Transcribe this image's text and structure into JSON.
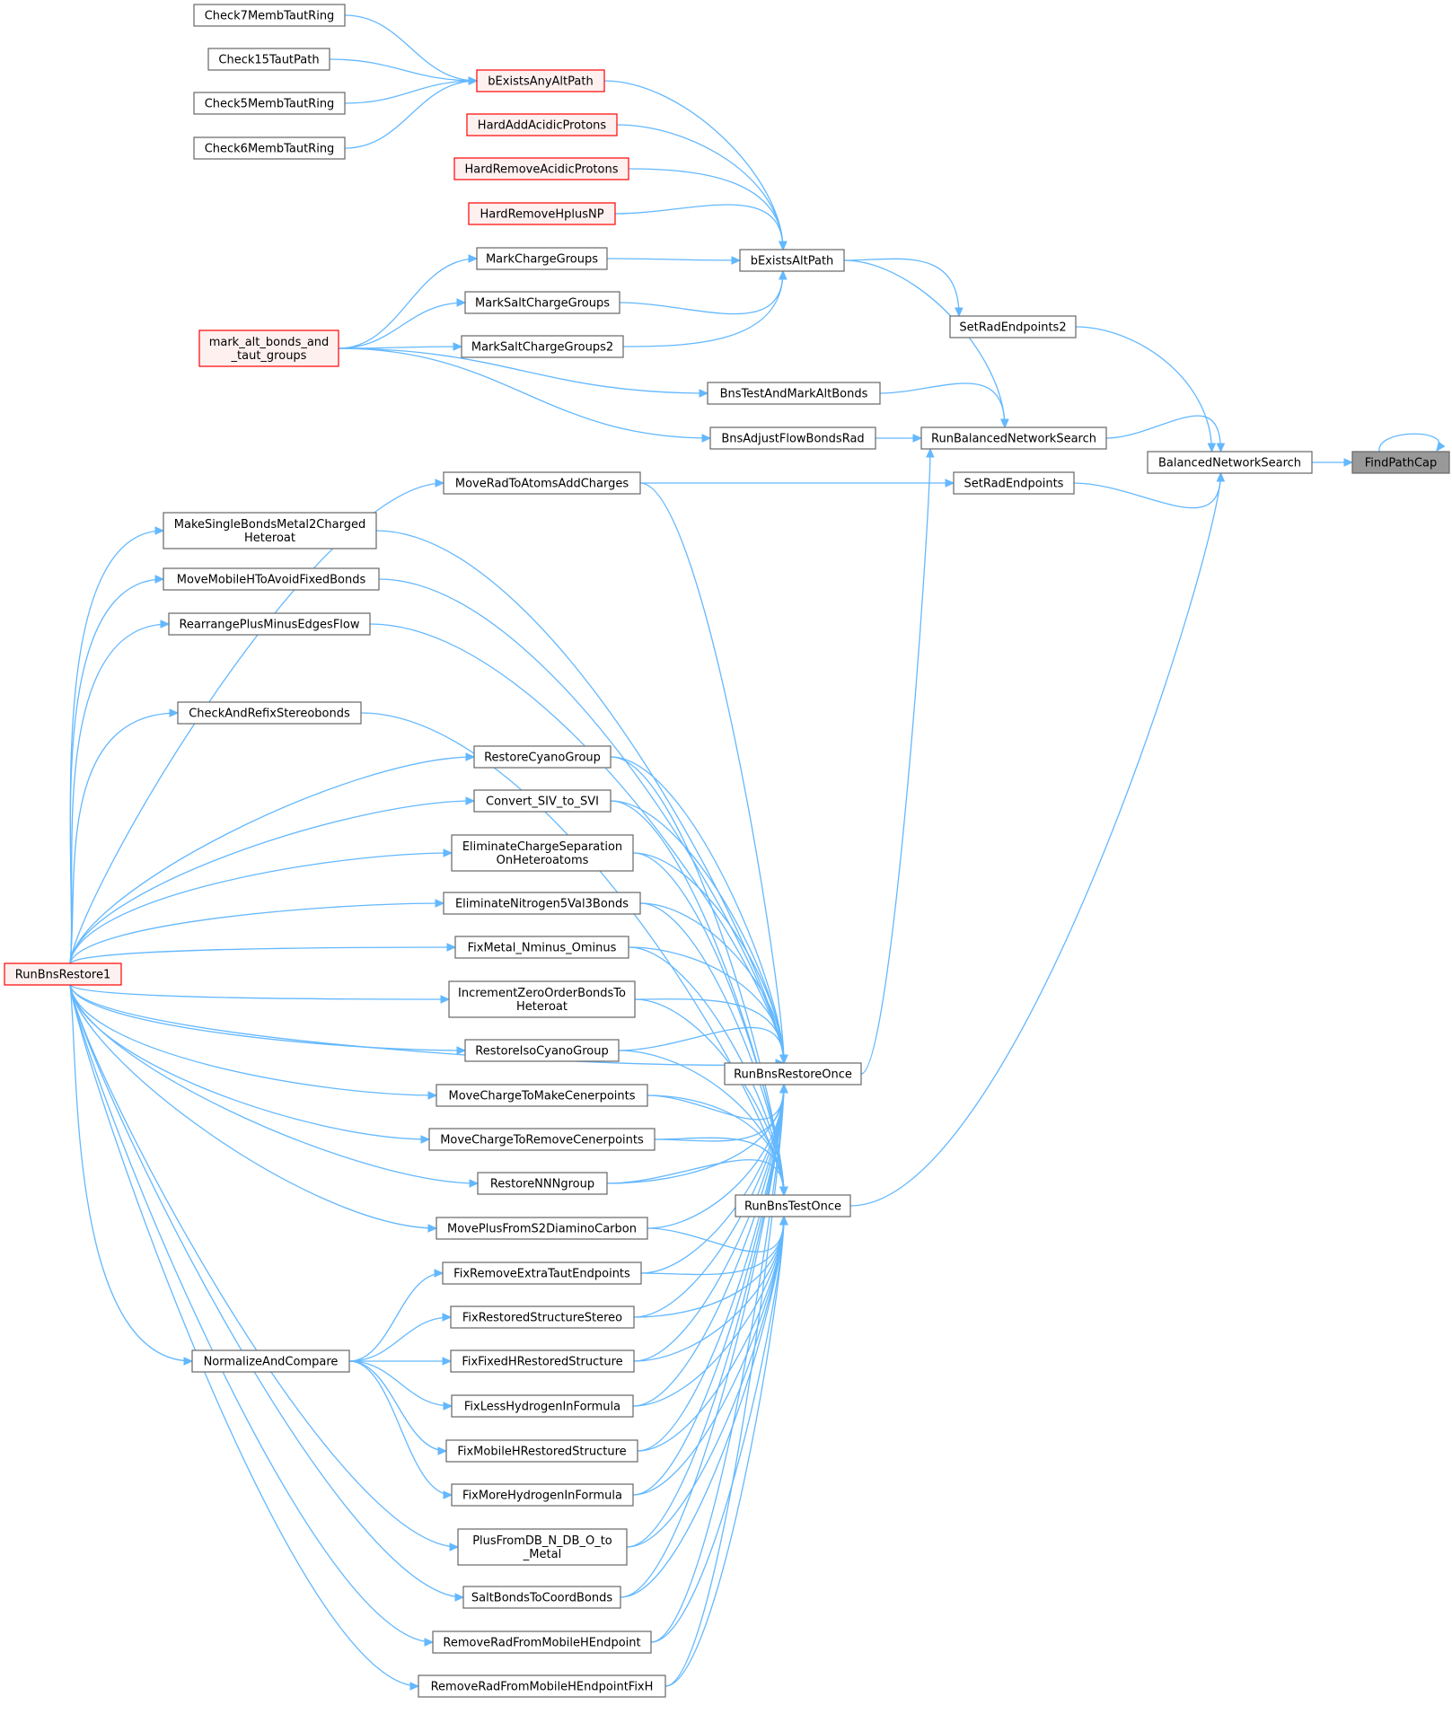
{
  "colors": {
    "edge": "#63b8ff",
    "node_border": "#666666",
    "node_fill": "#ffffff",
    "red_border": "#ff0000",
    "red_fill": "#fff0f0",
    "current_fill": "#999999"
  },
  "nodes": [
    {
      "id": "FindPathCap",
      "label": [
        "FindPathCap"
      ],
      "style": "current"
    },
    {
      "id": "BalancedNetworkSearch",
      "label": [
        "BalancedNetworkSearch"
      ],
      "style": "normal"
    },
    {
      "id": "SetRadEndpoints2",
      "label": [
        "SetRadEndpoints2"
      ],
      "style": "normal"
    },
    {
      "id": "SetRadEndpoints",
      "label": [
        "SetRadEndpoints"
      ],
      "style": "normal"
    },
    {
      "id": "RunBalancedNetworkSearch",
      "label": [
        "RunBalancedNetworkSearch"
      ],
      "style": "normal"
    },
    {
      "id": "bExistsAltPath",
      "label": [
        "bExistsAltPath"
      ],
      "style": "normal"
    },
    {
      "id": "BnsTestAndMarkAltBonds",
      "label": [
        "BnsTestAndMarkAltBonds"
      ],
      "style": "normal"
    },
    {
      "id": "BnsAdjustFlowBondsRad",
      "label": [
        "BnsAdjustFlowBondsRad"
      ],
      "style": "normal"
    },
    {
      "id": "RunBnsRestoreOnce",
      "label": [
        "RunBnsRestoreOnce"
      ],
      "style": "normal"
    },
    {
      "id": "RunBnsTestOnce",
      "label": [
        "RunBnsTestOnce"
      ],
      "style": "normal"
    },
    {
      "id": "bExistsAnyAltPath",
      "label": [
        "bExistsAnyAltPath"
      ],
      "style": "red"
    },
    {
      "id": "HardAddAcidicProtons",
      "label": [
        "HardAddAcidicProtons"
      ],
      "style": "red"
    },
    {
      "id": "HardRemoveAcidicProtons",
      "label": [
        "HardRemoveAcidicProtons"
      ],
      "style": "red"
    },
    {
      "id": "HardRemoveHplusNP",
      "label": [
        "HardRemoveHplusNP"
      ],
      "style": "red"
    },
    {
      "id": "MarkChargeGroups",
      "label": [
        "MarkChargeGroups"
      ],
      "style": "normal"
    },
    {
      "id": "MarkSaltChargeGroups",
      "label": [
        "MarkSaltChargeGroups"
      ],
      "style": "normal"
    },
    {
      "id": "MarkSaltChargeGroups2",
      "label": [
        "MarkSaltChargeGroups2"
      ],
      "style": "normal"
    },
    {
      "id": "MoveRadToAtomsAddCharges",
      "label": [
        "MoveRadToAtomsAddCharges"
      ],
      "style": "normal"
    },
    {
      "id": "MakeSingleBondsMetal2ChargedHeteroat",
      "label": [
        "MakeSingleBondsMetal2Charged",
        "Heteroat"
      ],
      "style": "normal"
    },
    {
      "id": "MoveMobileHToAvoidFixedBonds",
      "label": [
        "MoveMobileHToAvoidFixedBonds"
      ],
      "style": "normal"
    },
    {
      "id": "RearrangePlusMinusEdgesFlow",
      "label": [
        "RearrangePlusMinusEdgesFlow"
      ],
      "style": "normal"
    },
    {
      "id": "CheckAndRefixStereobonds",
      "label": [
        "CheckAndRefixStereobonds"
      ],
      "style": "normal"
    },
    {
      "id": "RestoreCyanoGroup",
      "label": [
        "RestoreCyanoGroup"
      ],
      "style": "normal"
    },
    {
      "id": "Convert_SIV_to_SVI",
      "label": [
        "Convert_SIV_to_SVI"
      ],
      "style": "normal"
    },
    {
      "id": "EliminateChargeSeparationOnHeteroatoms",
      "label": [
        "EliminateChargeSeparation",
        "OnHeteroatoms"
      ],
      "style": "normal"
    },
    {
      "id": "EliminateNitrogen5Val3Bonds",
      "label": [
        "EliminateNitrogen5Val3Bonds"
      ],
      "style": "normal"
    },
    {
      "id": "FixMetal_Nminus_Ominus",
      "label": [
        "FixMetal_Nminus_Ominus"
      ],
      "style": "normal"
    },
    {
      "id": "IncrementZeroOrderBondsToHeteroat",
      "label": [
        "IncrementZeroOrderBondsTo",
        "Heteroat"
      ],
      "style": "normal"
    },
    {
      "id": "RestoreIsoCyanoGroup",
      "label": [
        "RestoreIsoCyanoGroup"
      ],
      "style": "normal"
    },
    {
      "id": "MoveChargeToMakeCenerpoints",
      "label": [
        "MoveChargeToMakeCenerpoints"
      ],
      "style": "normal"
    },
    {
      "id": "MoveChargeToRemoveCenerpoints",
      "label": [
        "MoveChargeToRemoveCenerpoints"
      ],
      "style": "normal"
    },
    {
      "id": "RestoreNNNgroup",
      "label": [
        "RestoreNNNgroup"
      ],
      "style": "normal"
    },
    {
      "id": "MovePlusFromS2DiaminoCarbon",
      "label": [
        "MovePlusFromS2DiaminoCarbon"
      ],
      "style": "normal"
    },
    {
      "id": "FixRemoveExtraTautEndpoints",
      "label": [
        "FixRemoveExtraTautEndpoints"
      ],
      "style": "normal"
    },
    {
      "id": "FixRestoredStructureStereo",
      "label": [
        "FixRestoredStructureStereo"
      ],
      "style": "normal"
    },
    {
      "id": "FixFixedHRestoredStructure",
      "label": [
        "FixFixedHRestoredStructure"
      ],
      "style": "normal"
    },
    {
      "id": "FixLessHydrogenInFormula",
      "label": [
        "FixLessHydrogenInFormula"
      ],
      "style": "normal"
    },
    {
      "id": "FixMobileHRestoredStructure",
      "label": [
        "FixMobileHRestoredStructure"
      ],
      "style": "normal"
    },
    {
      "id": "FixMoreHydrogenInFormula",
      "label": [
        "FixMoreHydrogenInFormula"
      ],
      "style": "normal"
    },
    {
      "id": "PlusFromDB_N_DB_O_to_Metal",
      "label": [
        "PlusFromDB_N_DB_O_to",
        "_Metal"
      ],
      "style": "normal"
    },
    {
      "id": "SaltBondsToCoordBonds",
      "label": [
        "SaltBondsToCoordBonds"
      ],
      "style": "normal"
    },
    {
      "id": "RemoveRadFromMobileHEndpoint",
      "label": [
        "RemoveRadFromMobileHEndpoint"
      ],
      "style": "normal"
    },
    {
      "id": "RemoveRadFromMobileHEndpointFixH",
      "label": [
        "RemoveRadFromMobileHEndpointFixH"
      ],
      "style": "normal"
    },
    {
      "id": "Check7MembTautRing",
      "label": [
        "Check7MembTautRing"
      ],
      "style": "normal"
    },
    {
      "id": "Check15TautPath",
      "label": [
        "Check15TautPath"
      ],
      "style": "normal"
    },
    {
      "id": "Check5MembTautRing",
      "label": [
        "Check5MembTautRing"
      ],
      "style": "normal"
    },
    {
      "id": "Check6MembTautRing",
      "label": [
        "Check6MembTautRing"
      ],
      "style": "normal"
    },
    {
      "id": "mark_alt_bonds_and_taut_groups",
      "label": [
        "mark_alt_bonds_and",
        "_taut_groups"
      ],
      "style": "red"
    },
    {
      "id": "NormalizeAndCompare",
      "label": [
        "NormalizeAndCompare"
      ],
      "style": "normal"
    },
    {
      "id": "RunBnsRestore1",
      "label": [
        "RunBnsRestore1"
      ],
      "style": "red"
    }
  ],
  "edges": [
    [
      "FindPathCap",
      "FindPathCap"
    ],
    [
      "BalancedNetworkSearch",
      "FindPathCap"
    ],
    [
      "SetRadEndpoints2",
      "BalancedNetworkSearch"
    ],
    [
      "SetRadEndpoints",
      "BalancedNetworkSearch"
    ],
    [
      "RunBalancedNetworkSearch",
      "BalancedNetworkSearch"
    ],
    [
      "RunBnsTestOnce",
      "BalancedNetworkSearch"
    ],
    [
      "bExistsAltPath",
      "SetRadEndpoints2"
    ],
    [
      "MoveRadToAtomsAddCharges",
      "SetRadEndpoints"
    ],
    [
      "bExistsAltPath",
      "RunBalancedNetworkSearch"
    ],
    [
      "BnsTestAndMarkAltBonds",
      "RunBalancedNetworkSearch"
    ],
    [
      "BnsAdjustFlowBondsRad",
      "RunBalancedNetworkSearch"
    ],
    [
      "RunBnsRestoreOnce",
      "RunBalancedNetworkSearch"
    ],
    [
      "bExistsAnyAltPath",
      "bExistsAltPath"
    ],
    [
      "HardAddAcidicProtons",
      "bExistsAltPath"
    ],
    [
      "HardRemoveAcidicProtons",
      "bExistsAltPath"
    ],
    [
      "HardRemoveHplusNP",
      "bExistsAltPath"
    ],
    [
      "MarkChargeGroups",
      "bExistsAltPath"
    ],
    [
      "MarkSaltChargeGroups",
      "bExistsAltPath"
    ],
    [
      "MarkSaltChargeGroups2",
      "bExistsAltPath"
    ],
    [
      "Check7MembTautRing",
      "bExistsAnyAltPath"
    ],
    [
      "Check15TautPath",
      "bExistsAnyAltPath"
    ],
    [
      "Check5MembTautRing",
      "bExistsAnyAltPath"
    ],
    [
      "Check6MembTautRing",
      "bExistsAnyAltPath"
    ],
    [
      "mark_alt_bonds_and_taut_groups",
      "MarkChargeGroups"
    ],
    [
      "mark_alt_bonds_and_taut_groups",
      "MarkSaltChargeGroups"
    ],
    [
      "mark_alt_bonds_and_taut_groups",
      "MarkSaltChargeGroups2"
    ],
    [
      "mark_alt_bonds_and_taut_groups",
      "BnsTestAndMarkAltBonds"
    ],
    [
      "mark_alt_bonds_and_taut_groups",
      "BnsAdjustFlowBondsRad"
    ],
    [
      "RunBnsRestore1",
      "MoveRadToAtomsAddCharges"
    ],
    [
      "RunBnsRestore1",
      "MakeSingleBondsMetal2ChargedHeteroat"
    ],
    [
      "RunBnsRestore1",
      "MoveMobileHToAvoidFixedBonds"
    ],
    [
      "RunBnsRestore1",
      "RearrangePlusMinusEdgesFlow"
    ],
    [
      "RunBnsRestore1",
      "CheckAndRefixStereobonds"
    ],
    [
      "RunBnsRestore1",
      "RestoreCyanoGroup"
    ],
    [
      "RunBnsRestore1",
      "Convert_SIV_to_SVI"
    ],
    [
      "RunBnsRestore1",
      "EliminateChargeSeparationOnHeteroatoms"
    ],
    [
      "RunBnsRestore1",
      "EliminateNitrogen5Val3Bonds"
    ],
    [
      "RunBnsRestore1",
      "FixMetal_Nminus_Ominus"
    ],
    [
      "RunBnsRestore1",
      "IncrementZeroOrderBondsToHeteroat"
    ],
    [
      "RunBnsRestore1",
      "RestoreIsoCyanoGroup"
    ],
    [
      "RunBnsRestore1",
      "MoveChargeToMakeCenerpoints"
    ],
    [
      "RunBnsRestore1",
      "MoveChargeToRemoveCenerpoints"
    ],
    [
      "RunBnsRestore1",
      "RestoreNNNgroup"
    ],
    [
      "RunBnsRestore1",
      "MovePlusFromS2DiaminoCarbon"
    ],
    [
      "RunBnsRestore1",
      "NormalizeAndCompare"
    ],
    [
      "RunBnsRestore1",
      "RemoveRadFromMobileHEndpoint"
    ],
    [
      "RunBnsRestore1",
      "RemoveRadFromMobileHEndpointFixH"
    ],
    [
      "RunBnsRestore1",
      "SaltBondsToCoordBonds"
    ],
    [
      "RunBnsRestore1",
      "PlusFromDB_N_DB_O_to_Metal"
    ],
    [
      "RunBnsRestore1",
      "RunBnsRestoreOnce"
    ],
    [
      "NormalizeAndCompare",
      "FixRemoveExtraTautEndpoints"
    ],
    [
      "NormalizeAndCompare",
      "FixRestoredStructureStereo"
    ],
    [
      "NormalizeAndCompare",
      "FixFixedHRestoredStructure"
    ],
    [
      "NormalizeAndCompare",
      "FixLessHydrogenInFormula"
    ],
    [
      "NormalizeAndCompare",
      "FixMobileHRestoredStructure"
    ],
    [
      "NormalizeAndCompare",
      "FixMoreHydrogenInFormula"
    ],
    [
      "MoveRadToAtomsAddCharges",
      "RunBnsRestoreOnce"
    ],
    [
      "MakeSingleBondsMetal2ChargedHeteroat",
      "RunBnsRestoreOnce"
    ],
    [
      "MoveMobileHToAvoidFixedBonds",
      "RunBnsRestoreOnce"
    ],
    [
      "RearrangePlusMinusEdgesFlow",
      "RunBnsRestoreOnce"
    ],
    [
      "RestoreCyanoGroup",
      "RunBnsRestoreOnce"
    ],
    [
      "Convert_SIV_to_SVI",
      "RunBnsRestoreOnce"
    ],
    [
      "EliminateChargeSeparationOnHeteroatoms",
      "RunBnsRestoreOnce"
    ],
    [
      "EliminateNitrogen5Val3Bonds",
      "RunBnsRestoreOnce"
    ],
    [
      "FixMetal_Nminus_Ominus",
      "RunBnsRestoreOnce"
    ],
    [
      "IncrementZeroOrderBondsToHeteroat",
      "RunBnsRestoreOnce"
    ],
    [
      "RestoreIsoCyanoGroup",
      "RunBnsRestoreOnce"
    ],
    [
      "MoveChargeToMakeCenerpoints",
      "RunBnsRestoreOnce"
    ],
    [
      "MoveChargeToRemoveCenerpoints",
      "RunBnsRestoreOnce"
    ],
    [
      "RestoreNNNgroup",
      "RunBnsRestoreOnce"
    ],
    [
      "MovePlusFromS2DiaminoCarbon",
      "RunBnsRestoreOnce"
    ],
    [
      "FixRemoveExtraTautEndpoints",
      "RunBnsRestoreOnce"
    ],
    [
      "FixRestoredStructureStereo",
      "RunBnsRestoreOnce"
    ],
    [
      "FixFixedHRestoredStructure",
      "RunBnsRestoreOnce"
    ],
    [
      "FixLessHydrogenInFormula",
      "RunBnsRestoreOnce"
    ],
    [
      "FixMobileHRestoredStructure",
      "RunBnsRestoreOnce"
    ],
    [
      "FixMoreHydrogenInFormula",
      "RunBnsRestoreOnce"
    ],
    [
      "PlusFromDB_N_DB_O_to_Metal",
      "RunBnsRestoreOnce"
    ],
    [
      "SaltBondsToCoordBonds",
      "RunBnsRestoreOnce"
    ],
    [
      "RemoveRadFromMobileHEndpoint",
      "RunBnsRestoreOnce"
    ],
    [
      "RemoveRadFromMobileHEndpointFixH",
      "RunBnsRestoreOnce"
    ],
    [
      "RestoreCyanoGroup",
      "RunBnsTestOnce"
    ],
    [
      "Convert_SIV_to_SVI",
      "RunBnsTestOnce"
    ],
    [
      "EliminateChargeSeparationOnHeteroatoms",
      "RunBnsTestOnce"
    ],
    [
      "EliminateNitrogen5Val3Bonds",
      "RunBnsTestOnce"
    ],
    [
      "FixMetal_Nminus_Ominus",
      "RunBnsTestOnce"
    ],
    [
      "IncrementZeroOrderBondsToHeteroat",
      "RunBnsTestOnce"
    ],
    [
      "RestoreIsoCyanoGroup",
      "RunBnsTestOnce"
    ],
    [
      "MoveChargeToMakeCenerpoints",
      "RunBnsTestOnce"
    ],
    [
      "MoveChargeToRemoveCenerpoints",
      "RunBnsTestOnce"
    ],
    [
      "RestoreNNNgroup",
      "RunBnsTestOnce"
    ],
    [
      "MovePlusFromS2DiaminoCarbon",
      "RunBnsTestOnce"
    ],
    [
      "FixRemoveExtraTautEndpoints",
      "RunBnsTestOnce"
    ],
    [
      "FixRestoredStructureStereo",
      "RunBnsTestOnce"
    ],
    [
      "FixFixedHRestoredStructure",
      "RunBnsTestOnce"
    ],
    [
      "FixLessHydrogenInFormula",
      "RunBnsTestOnce"
    ],
    [
      "FixMobileHRestoredStructure",
      "RunBnsTestOnce"
    ],
    [
      "FixMoreHydrogenInFormula",
      "RunBnsTestOnce"
    ],
    [
      "PlusFromDB_N_DB_O_to_Metal",
      "RunBnsTestOnce"
    ],
    [
      "SaltBondsToCoordBonds",
      "RunBnsTestOnce"
    ],
    [
      "RemoveRadFromMobileHEndpoint",
      "RunBnsTestOnce"
    ],
    [
      "RemoveRadFromMobileHEndpointFixH",
      "RunBnsTestOnce"
    ],
    [
      "CheckAndRefixStereobonds",
      "RunBnsTestOnce"
    ]
  ]
}
